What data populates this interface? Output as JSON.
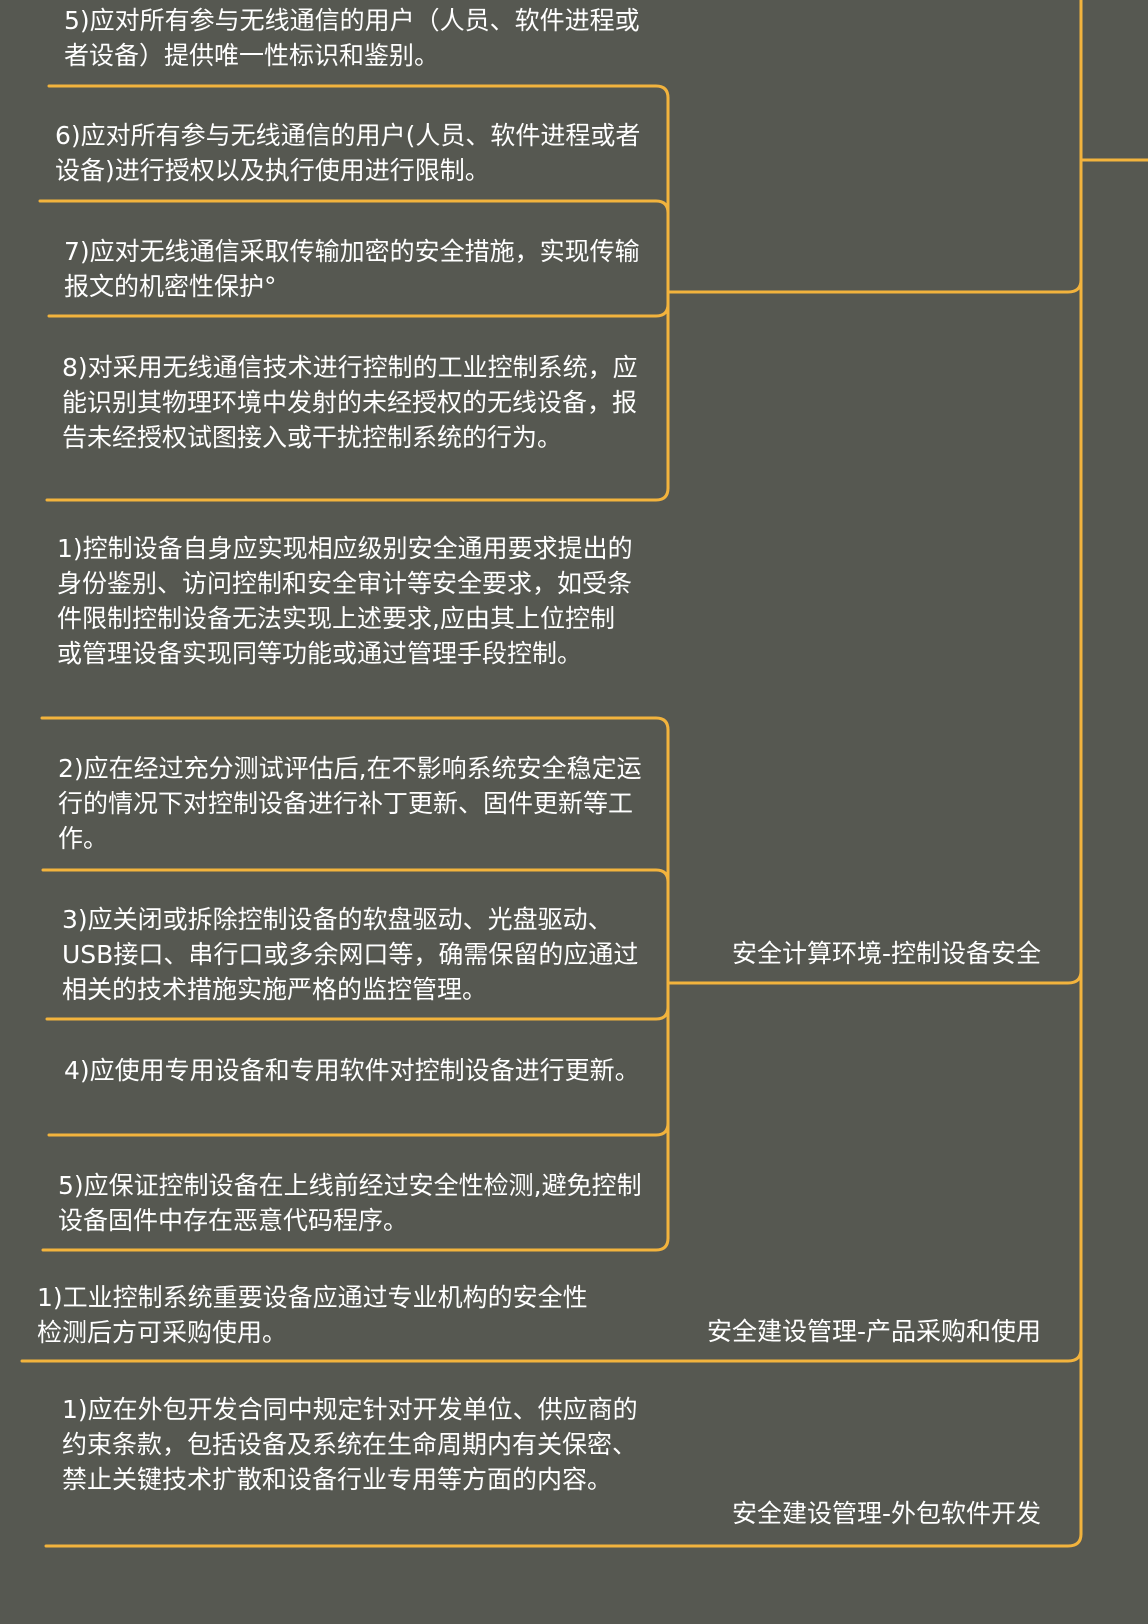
{
  "colors": {
    "background": "#565851",
    "connector": "#f2b33d",
    "text": "#ffffff"
  },
  "groups": [
    {
      "label": "",
      "items": [
        "5)应对所有参与无线通信的用户（人员、软件进程或者设备）提供唯一性标识和鉴别。",
        "6)应对所有参与无线通信的用户(人员、软件进程或者设备)进行授权以及执行使用进行限制。",
        "7)应对无线通信采取传输加密的安全措施，实现传输报文的机密性保护°",
        "8)对采用无线通信技术进行控制的工业控制系统，应能识别其物理环境中发射的未经授权的无线设备，报告未经授权试图接入或干扰控制系统的行为。"
      ]
    },
    {
      "label": "安全计算环境-控制设备安全",
      "items": [
        "1)控制设备自身应实现相应级别安全通用要求提出的身份鉴别、访问控制和安全审计等安全要求，如受条件限制控制设备无法实现上述要求,应由其上位控制或管理设备实现同等功能或通过管理手段控制。",
        "2)应在经过充分测试评估后,在不影响系统安全稳定运行的情况下对控制设备进行补丁更新、固件更新等工作。",
        "3)应关闭或拆除控制设备的软盘驱动、光盘驱动、USB接口、串行口或多余网口等，确需保留的应通过相关的技术措施实施严格的监控管理。",
        "4)应使用专用设备和专用软件对控制设备进行更新。",
        "5)应保证控制设备在上线前经过安全性检测,避免控制设备固件中存在恶意代码程序。"
      ]
    },
    {
      "label": "安全建设管理-产品采购和使用",
      "items": [
        "1)工业控制系统重要设备应通过专业机构的安全性检测后方可采购使用。"
      ]
    },
    {
      "label": "安全建设管理-外包软件开发",
      "items": [
        "1)应在外包开发合同中规定针对开发单位、供应商的约束条款，包括设备及系统在生命周期内有关保密、禁止关键技术扩散和设备行业专用等方面的内容。"
      ]
    }
  ]
}
